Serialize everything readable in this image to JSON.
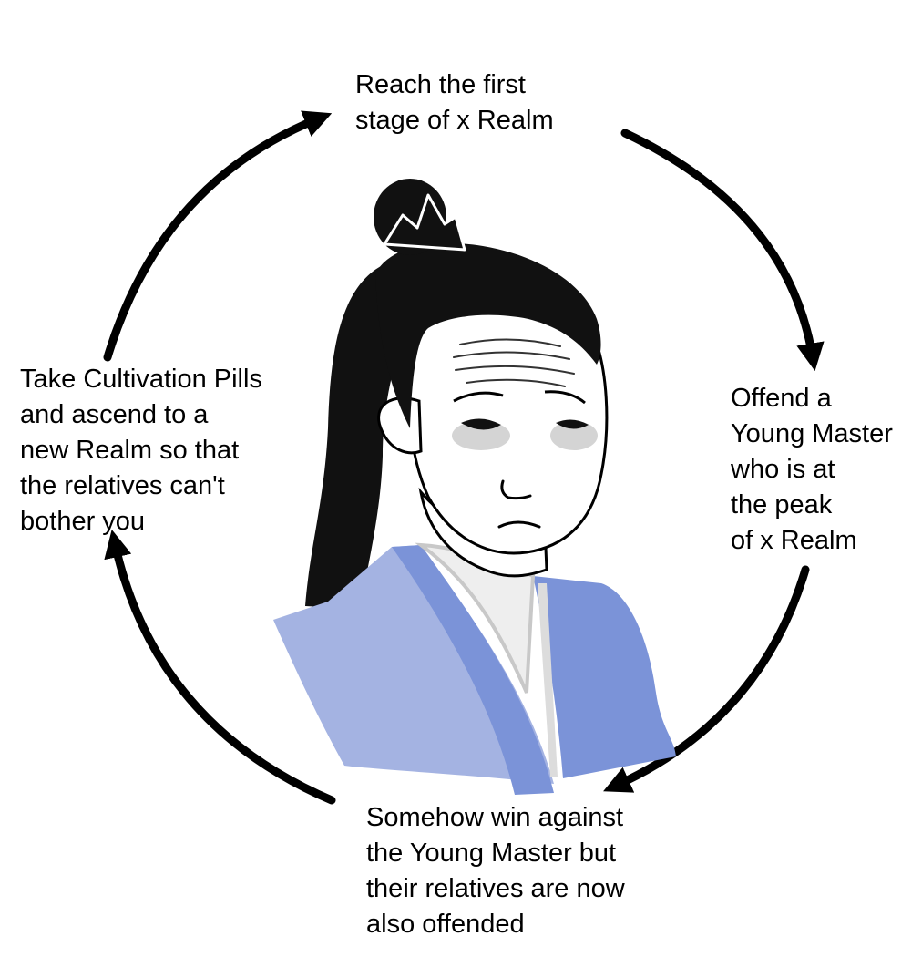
{
  "cycle_steps": [
    {
      "id": "top",
      "lines": [
        "Reach the first",
        "stage of x Realm"
      ]
    },
    {
      "id": "right",
      "lines": [
        "Offend a",
        "Young Master",
        "who is at",
        "the peak",
        "of x Realm"
      ]
    },
    {
      "id": "bottom",
      "lines": [
        "Somehow win against",
        "the Young Master but",
        "their relatives are now",
        "also offended"
      ]
    },
    {
      "id": "left",
      "lines": [
        "Take Cultivation Pills",
        "and ascend to a",
        "new Realm so that",
        "the relatives can't",
        "bother you"
      ]
    }
  ],
  "character": {
    "icon": "cultivator-character-illustration",
    "robe_colors": [
      "#7b93d8",
      "#a4b3e2"
    ],
    "hair_color": "#111111"
  },
  "arrow_color": "#000000"
}
